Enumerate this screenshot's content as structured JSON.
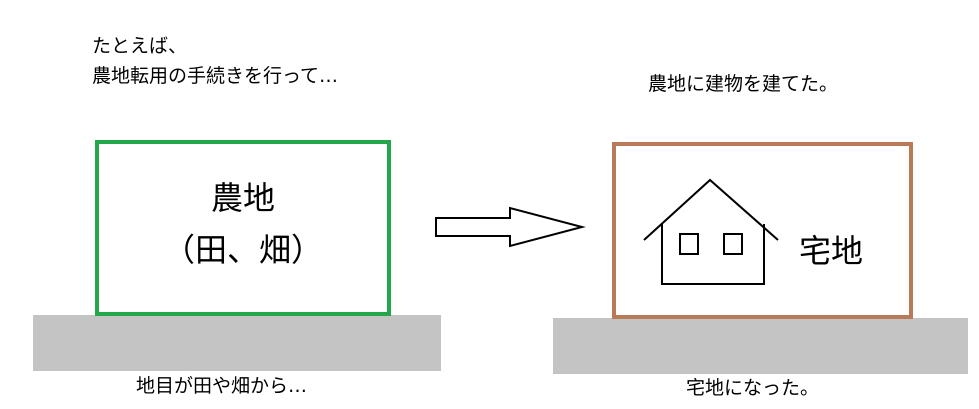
{
  "left_panel": {
    "caption_line1": "たとえば、",
    "caption_line2": "農地転用の手続きを行って…",
    "box_title": "農地",
    "box_subtitle": "（田、畑）",
    "bottom_caption": "地目が田や畑から…",
    "border_color": "#22a84a"
  },
  "right_panel": {
    "caption": "農地に建物を建てた。",
    "box_label": "宅地",
    "bottom_caption": "宅地になった。",
    "border_color": "#b97a57",
    "icon": "house-icon"
  },
  "arrow": {
    "icon": "right-arrow-icon"
  },
  "ground_color": "#c4c4c4"
}
